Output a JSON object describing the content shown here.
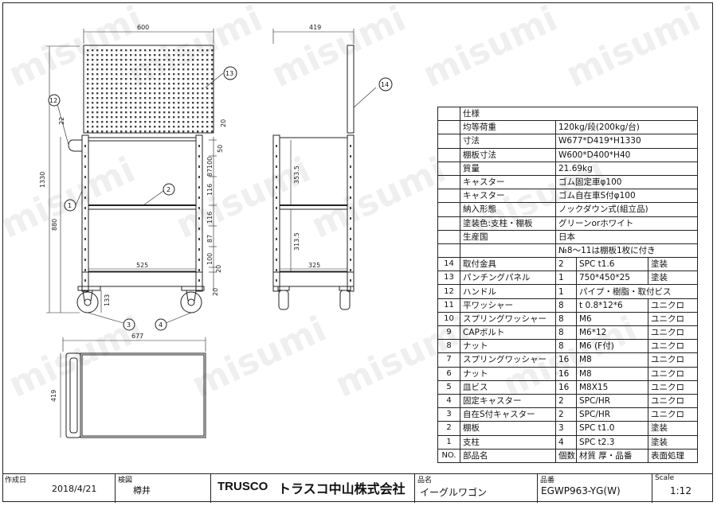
{
  "watermark": "misumi",
  "dims": {
    "front_width": "600",
    "side_depth": "419",
    "height_total": "1330",
    "height_880": "880",
    "left_22": "22",
    "top_20": "20",
    "gap_50": "50",
    "gap_100a": "100",
    "gap_116a": "116",
    "gap_87a": "87",
    "gap_116b": "116",
    "gap_87b": "87",
    "gap_100b": "100",
    "bot_20a": "20",
    "bot_20b": "20",
    "base_133": "133",
    "inner_525": "525",
    "side_3535": "353.5",
    "side_3135": "313.5",
    "side_325": "325",
    "top_677": "677",
    "top_419": "419"
  },
  "callouts": [
    "1",
    "2",
    "3",
    "4",
    "12",
    "13",
    "14"
  ],
  "spec": {
    "header": "仕様",
    "rows": [
      {
        "label": "均等荷重",
        "value": "120kg/段(200kg/台)"
      },
      {
        "label": "寸法",
        "value": "W677*D419*H1330"
      },
      {
        "label": "棚板寸法",
        "value": "W600*D400*H40"
      },
      {
        "label": "質量",
        "value": "21.69kg"
      },
      {
        "label": "キャスター",
        "value": "ゴム固定車φ100"
      },
      {
        "label": "キャスター",
        "value": "ゴム自在車S付φ100"
      },
      {
        "label": "納入形態",
        "value": "ノックダウン式(組立品)"
      },
      {
        "label": "塗装色:支柱・棚板",
        "value": "グリーンorホワイト"
      },
      {
        "label": "生産国",
        "value": "日本"
      },
      {
        "label": "",
        "value": "№8～11は棚板1枚に付き"
      }
    ]
  },
  "parts": [
    {
      "no": "14",
      "name": "取付金具",
      "qty": "2",
      "mat": "SPC t1.6",
      "fin": "塗装"
    },
    {
      "no": "13",
      "name": "パンチングパネル",
      "qty": "1",
      "mat": "750*450*25",
      "fin": "塗装"
    },
    {
      "no": "12",
      "name": "ハンドル",
      "qty": "1",
      "mat": "パイプ・樹脂・取付ビス",
      "fin": ""
    },
    {
      "no": "11",
      "name": "平ワッシャー",
      "qty": "8",
      "mat": "t 0.8*12*6",
      "fin": "ユニクロ"
    },
    {
      "no": "10",
      "name": "スプリングワッシャー",
      "qty": "8",
      "mat": "M6",
      "fin": "ユニクロ"
    },
    {
      "no": "9",
      "name": "CAPボルト",
      "qty": "8",
      "mat": "M6*12",
      "fin": "ユニクロ"
    },
    {
      "no": "8",
      "name": "ナット",
      "qty": "8",
      "mat": "M6 (F付)",
      "fin": "ユニクロ"
    },
    {
      "no": "7",
      "name": "スプリングワッシャー",
      "qty": "16",
      "mat": "M8",
      "fin": "ユニクロ"
    },
    {
      "no": "6",
      "name": "ナット",
      "qty": "16",
      "mat": "M8",
      "fin": "ユニクロ"
    },
    {
      "no": "5",
      "name": "皿ビス",
      "qty": "16",
      "mat": "M8X15",
      "fin": "ユニクロ"
    },
    {
      "no": "4",
      "name": "固定キャスター",
      "qty": "2",
      "mat": "SPC/HR",
      "fin": "ユニクロ"
    },
    {
      "no": "3",
      "name": "自在S付キャスター",
      "qty": "2",
      "mat": "SPC/HR",
      "fin": "ユニクロ"
    },
    {
      "no": "2",
      "name": "棚板",
      "qty": "3",
      "mat": "SPC t1.0",
      "fin": "塗装"
    },
    {
      "no": "1",
      "name": "支柱",
      "qty": "4",
      "mat": "SPC t2.3",
      "fin": "塗装"
    }
  ],
  "parts_header": {
    "no": "NO.",
    "name": "部品名",
    "qty": "個数",
    "mat": "材質 厚・品番",
    "fin": "表面処理"
  },
  "title_block": {
    "created_label": "作成日",
    "created_value": "2018/4/21",
    "checked_label": "検図",
    "checked_value": "樽井",
    "company_logo": "TRUSCO",
    "company_name": "トラスコ中山株式会社",
    "name_label": "品名",
    "name_value": "イーグルワゴン",
    "code_label": "品番",
    "code_value": "EGWP963-YG(W)",
    "scale_label": "Scale",
    "scale_value": "1:12"
  }
}
